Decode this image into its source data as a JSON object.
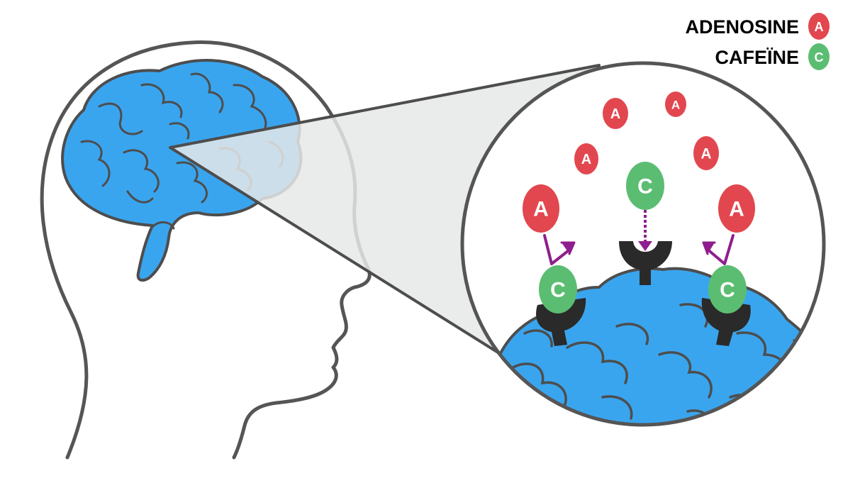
{
  "legend": {
    "adenosine": {
      "label": "ADENOSINE",
      "symbol": "A",
      "color": "#e2474f"
    },
    "caffeine": {
      "label": "CAFEÏNE",
      "symbol": "C",
      "color": "#5bbd72"
    }
  },
  "molecules": {
    "adenosine_symbol": "A",
    "caffeine_symbol": "C"
  },
  "colors": {
    "brain": "#3aa5ef",
    "outline": "#4d4d4d",
    "receptor": "#2a2a2a",
    "arrow": "#8e1e8d",
    "magnifier": "#e6e7e7"
  }
}
